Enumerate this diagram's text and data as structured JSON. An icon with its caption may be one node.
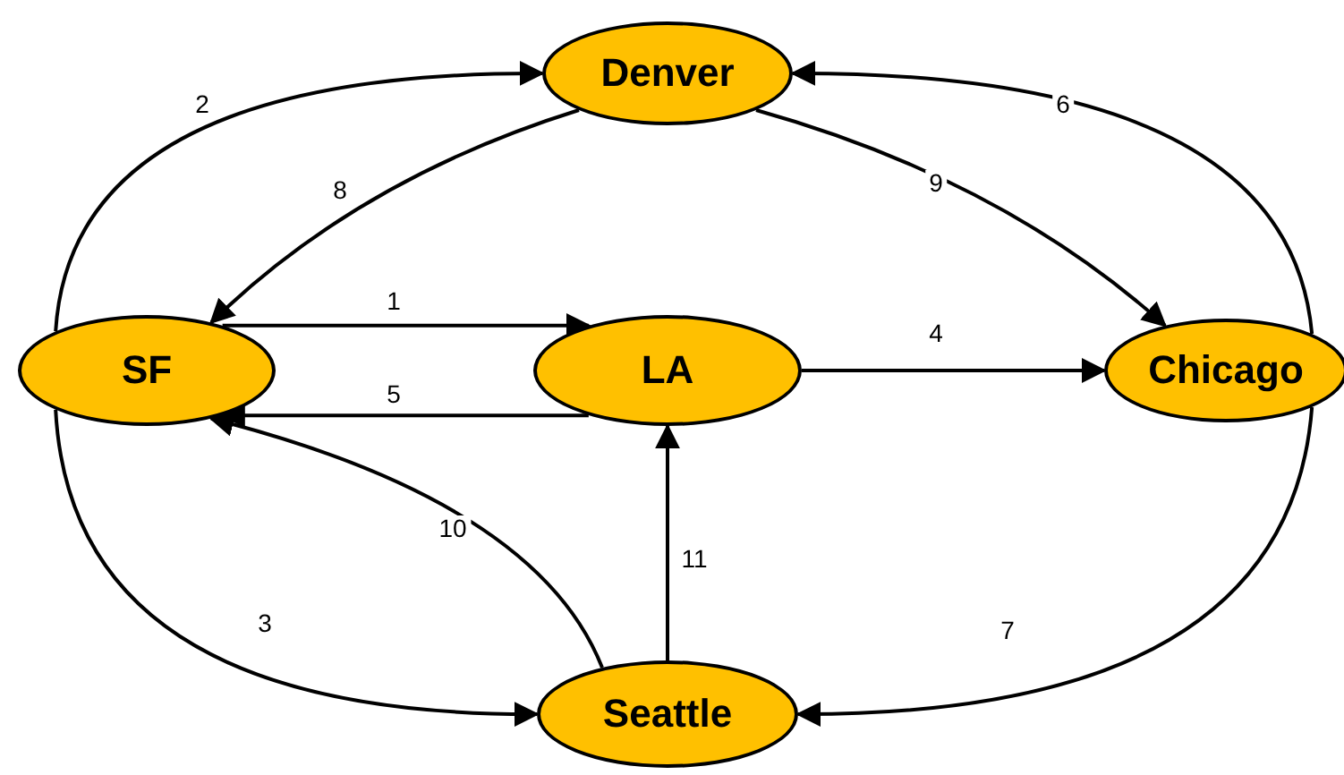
{
  "diagram": {
    "nodes": [
      {
        "text": [
          "Denver"
        ]
      },
      {
        "text": [
          "SF"
        ]
      },
      {
        "text": [
          "LA"
        ]
      },
      {
        "text": [
          "Chicago"
        ]
      },
      {
        "text": [
          "Seattle"
        ]
      }
    ],
    "edges": [
      {
        "from": 1,
        "to": 2,
        "arrow": "to",
        "label": "1"
      },
      {
        "from": 1,
        "to": 0,
        "arrow": "to",
        "label": "2"
      },
      {
        "from": 1,
        "to": 4,
        "arrow": "to",
        "label": "3"
      },
      {
        "from": 2,
        "to": 3,
        "arrow": "to",
        "label": "4"
      },
      {
        "from": 2,
        "to": 1,
        "arrow": "to",
        "label": "5"
      },
      {
        "from": 3,
        "to": 0,
        "arrow": "to",
        "label": "6"
      },
      {
        "from": 3,
        "to": 4,
        "arrow": "to",
        "label": "7"
      },
      {
        "from": 0,
        "to": 1,
        "arrow": "to",
        "label": "8"
      },
      {
        "from": 0,
        "to": 3,
        "arrow": "to",
        "label": "9"
      },
      {
        "from": 4,
        "to": 1,
        "arrow": "to",
        "label": "10"
      },
      {
        "from": 4,
        "to": 2,
        "arrow": "to",
        "label": "11"
      }
    ]
  }
}
